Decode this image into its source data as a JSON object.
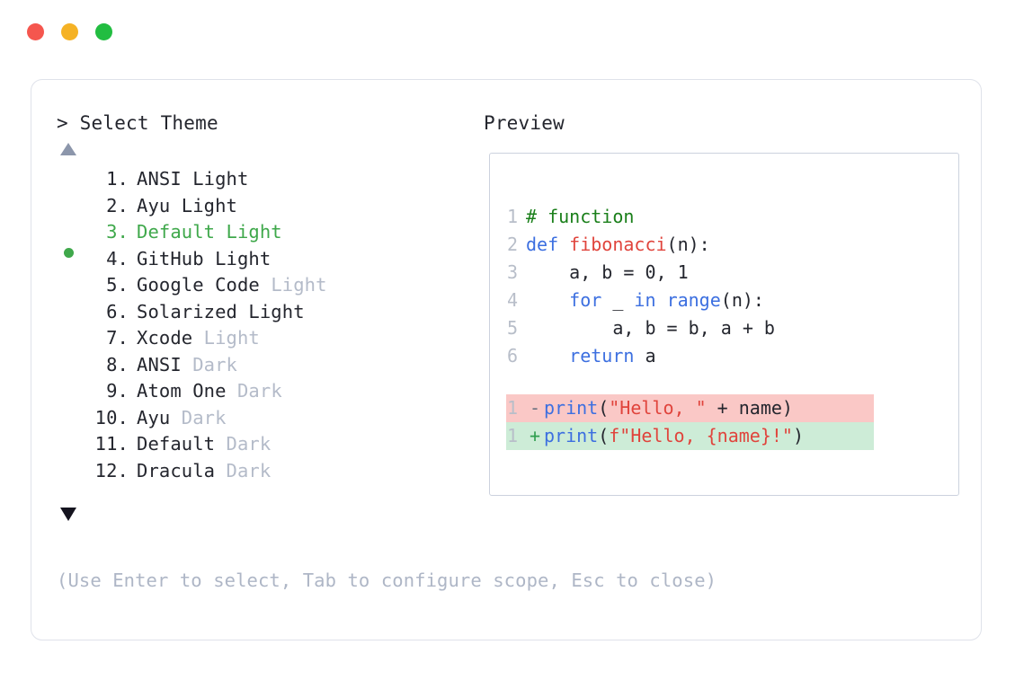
{
  "window": {
    "buttons": [
      {
        "name": "close",
        "color": "#f5564e"
      },
      {
        "name": "minimize",
        "color": "#f5b225"
      },
      {
        "name": "maximize",
        "color": "#22bd41"
      }
    ]
  },
  "left_panel": {
    "heading": "> Select Theme",
    "scroll_up_icon": "triangle-up-icon",
    "scroll_down_icon": "triangle-down-icon",
    "selected_index": 3,
    "selection_color": "#3fa84b",
    "muted_tag_color": "#b4bbc9",
    "items": [
      {
        "index": "1.",
        "name": "ANSI Light",
        "tag": ""
      },
      {
        "index": "2.",
        "name": "Ayu Light",
        "tag": ""
      },
      {
        "index": "3.",
        "name": "Default Light",
        "tag": "",
        "selected": true
      },
      {
        "index": "4.",
        "name": "GitHub Light",
        "tag": ""
      },
      {
        "index": "5.",
        "name": "Google Code",
        "tag": "Light"
      },
      {
        "index": "6.",
        "name": "Solarized Light",
        "tag": ""
      },
      {
        "index": "7.",
        "name": "Xcode",
        "tag": "Light"
      },
      {
        "index": "8.",
        "name": "ANSI",
        "tag": "Dark"
      },
      {
        "index": "9.",
        "name": "Atom One",
        "tag": "Dark"
      },
      {
        "index": "10.",
        "name": "Ayu",
        "tag": "Dark"
      },
      {
        "index": "11.",
        "name": "Default",
        "tag": "Dark"
      },
      {
        "index": "12.",
        "name": "Dracula",
        "tag": "Dark"
      }
    ]
  },
  "right_panel": {
    "heading": "Preview",
    "code_lines": [
      {
        "number": "1",
        "tokens": [
          {
            "t": "# function",
            "c": "comment"
          }
        ]
      },
      {
        "number": "2",
        "tokens": [
          {
            "t": "def ",
            "c": "keyword"
          },
          {
            "t": "fibonacci",
            "c": "func"
          },
          {
            "t": "(n):",
            "c": "plain"
          }
        ]
      },
      {
        "number": "3",
        "tokens": [
          {
            "t": "    a, b = 0, 1",
            "c": "plain"
          }
        ]
      },
      {
        "number": "4",
        "tokens": [
          {
            "t": "    ",
            "c": "plain"
          },
          {
            "t": "for",
            "c": "keyword"
          },
          {
            "t": " _ ",
            "c": "plain"
          },
          {
            "t": "in",
            "c": "keyword"
          },
          {
            "t": " ",
            "c": "plain"
          },
          {
            "t": "range",
            "c": "builtin"
          },
          {
            "t": "(n):",
            "c": "plain"
          }
        ]
      },
      {
        "number": "5",
        "tokens": [
          {
            "t": "        a, b = b, a + b",
            "c": "plain"
          }
        ]
      },
      {
        "number": "6",
        "tokens": [
          {
            "t": "    ",
            "c": "plain"
          },
          {
            "t": "return",
            "c": "keyword"
          },
          {
            "t": " a",
            "c": "plain"
          }
        ]
      }
    ],
    "diff_lines": [
      {
        "number": "1",
        "marker": "-",
        "kind": "del",
        "bg": "#fac8c6",
        "tokens": [
          {
            "t": "print",
            "c": "builtin"
          },
          {
            "t": "(",
            "c": "plain"
          },
          {
            "t": "\"Hello, \"",
            "c": "string"
          },
          {
            "t": " + name)",
            "c": "plain"
          }
        ]
      },
      {
        "number": "1",
        "marker": "+",
        "kind": "add",
        "bg": "#cdecd7",
        "tokens": [
          {
            "t": "print",
            "c": "builtin"
          },
          {
            "t": "(",
            "c": "plain"
          },
          {
            "t": "f\"Hello, {name}!\"",
            "c": "string"
          },
          {
            "t": ")",
            "c": "plain"
          }
        ]
      }
    ]
  },
  "footer": {
    "hint": "(Use Enter to select, Tab to configure scope, Esc to close)"
  }
}
